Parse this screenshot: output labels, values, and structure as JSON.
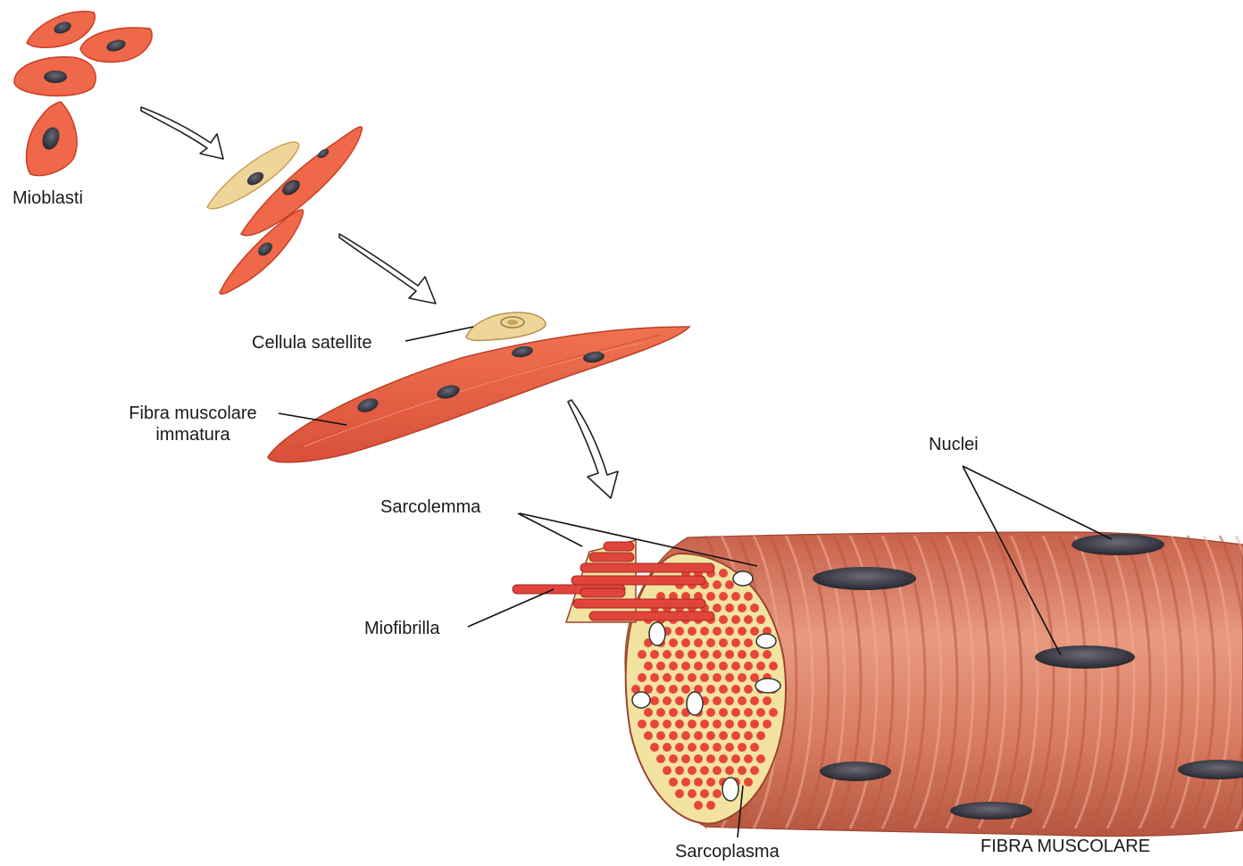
{
  "labels": {
    "mioblasti": "Mioblasti",
    "cellula_satellite": "Cellula satellite",
    "fibra_immatura_line1": "Fibra muscolare",
    "fibra_immatura_line2": "immatura",
    "sarcolemma": "Sarcolemma",
    "miofibrilla": "Miofibrilla",
    "nuclei": "Nuclei",
    "sarcoplasma": "Sarcoplasma",
    "fibra_muscolare": "FIBRA MUSCOLARE"
  },
  "colors": {
    "cell_fill": "#f0684a",
    "cell_edge": "#c93f24",
    "cell_light": "#f79070",
    "satellite_fill": "#efd59a",
    "nucleus": "#3a3a44",
    "sarcoplasm": "#f3e3a0",
    "myofibril_dot": "#e8453a",
    "fiber_body": "#d9785e",
    "arrow_fill": "#ffffff",
    "arrow_stroke": "#222222"
  }
}
